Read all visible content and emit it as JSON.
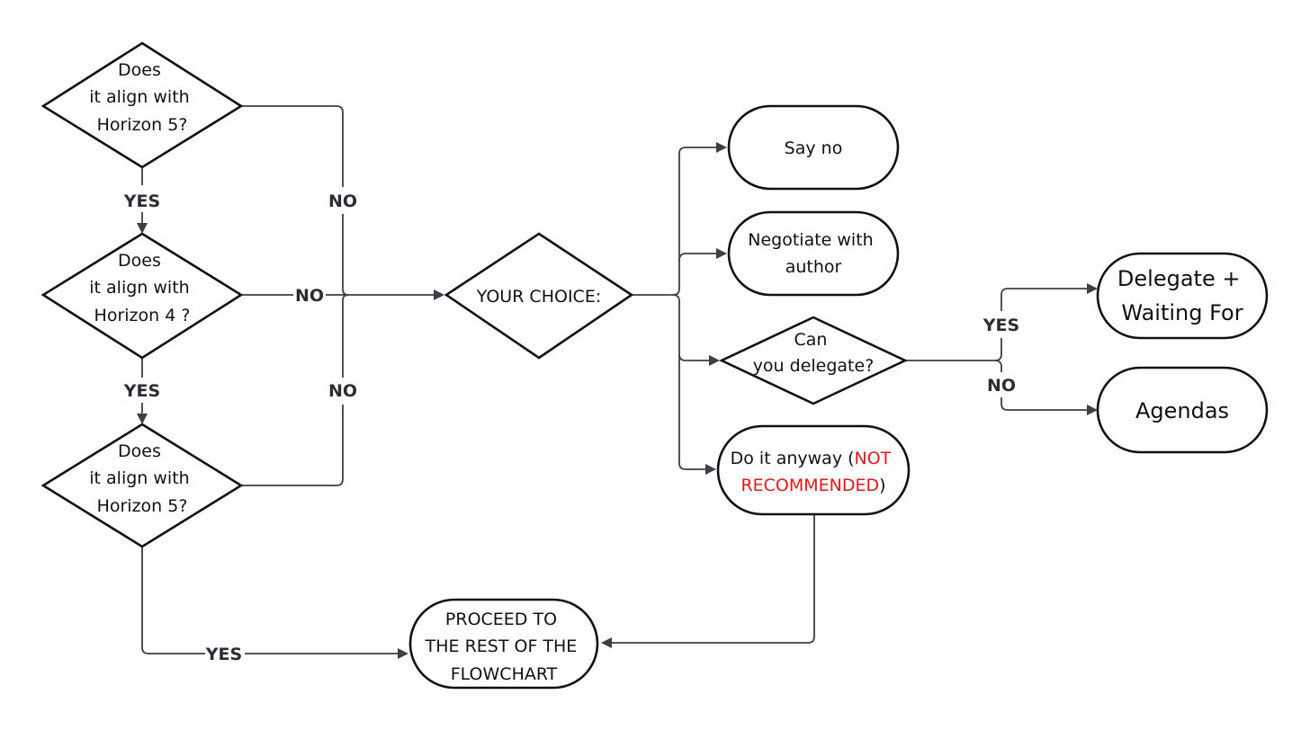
{
  "diagram": {
    "d1": [
      "Does",
      "it align with",
      "Horizon 5?"
    ],
    "d2": [
      "Does",
      "it align with",
      "Horizon 4 ?"
    ],
    "d3": [
      "Does",
      "it align with",
      "Horizon 5?"
    ],
    "choice": "YOUR CHOICE:",
    "say_no": "Say no",
    "negotiate": [
      "Negotiate with",
      "author"
    ],
    "delegate_q": [
      "Can",
      "you delegate?"
    ],
    "do_it": {
      "line1_a": "Do it anyway (",
      "line1_b": "NOT",
      "line2_a": "RECOMMENDED",
      "line2_b": ")"
    },
    "delegate_result": [
      "Delegate +",
      "Waiting For"
    ],
    "agendas": "Agendas",
    "proceed": [
      "PROCEED TO",
      "THE REST OF THE",
      "FLOWCHART"
    ],
    "edge_labels": {
      "d1_yes": "YES",
      "d1_no": "NO",
      "d2_yes": "YES",
      "d2_no": "NO",
      "d3_yes": "YES",
      "d3_no": "NO",
      "deleg_yes": "YES",
      "deleg_no": "NO"
    },
    "colors": {
      "warning": "#e0191b",
      "stroke": "#111111",
      "edge": "#3b3f48"
    }
  }
}
